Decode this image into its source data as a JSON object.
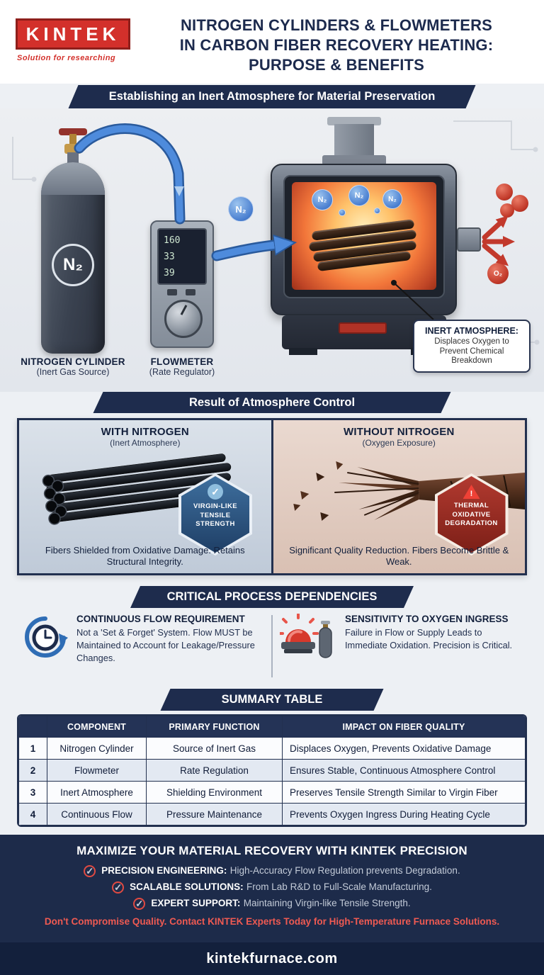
{
  "header": {
    "logo": "KINTEK",
    "tagline": "Solution for researching",
    "title_lines": [
      "NITROGEN CYLINDERS & FLOWMETERS",
      "IN CARBON FIBER RECOVERY HEATING:",
      "PURPOSE & BENEFITS"
    ]
  },
  "atmosphere": {
    "banner": "Establishing an Inert Atmosphere for Material Preservation",
    "cylinder_gas": "N₂",
    "cylinder_label": "NITROGEN CYLINDER",
    "cylinder_sublabel": "(Inert Gas Source)",
    "flowmeter_label": "FLOWMETER",
    "flowmeter_sublabel": "(Rate Regulator)",
    "flowmeter_display": [
      "160",
      "33",
      "39"
    ],
    "n2_bubble": "N₂",
    "o2_molecule": "O₂",
    "callout_title": "INERT ATMOSPHERE:",
    "callout_body": "Displaces Oxygen to Prevent Chemical Breakdown"
  },
  "result": {
    "banner": "Result of Atmosphere Control",
    "with_nitrogen": {
      "title": "WITH NITROGEN",
      "subtitle": "(Inert Atmosphere)",
      "badge_lines": [
        "VIRGIN-LIKE",
        "TENSILE",
        "STRENGTH"
      ],
      "caption": "Fibers Shielded from Oxidative Damage. Retains Structural Integrity."
    },
    "without_nitrogen": {
      "title": "WITHOUT NITROGEN",
      "subtitle": "(Oxygen Exposure)",
      "badge_lines": [
        "THERMAL",
        "OXIDATIVE",
        "DEGRADATION"
      ],
      "caption": "Significant Quality Reduction. Fibers Become Brittle & Weak."
    }
  },
  "dependencies": {
    "banner": "CRITICAL PROCESS DEPENDENCIES",
    "items": [
      {
        "title": "CONTINUOUS FLOW REQUIREMENT",
        "body": "Not a 'Set & Forget' System. Flow MUST be Maintained to Account for Leakage/Pressure Changes."
      },
      {
        "title": "SENSITIVITY TO OXYGEN INGRESS",
        "body": "Failure in Flow or Supply Leads to Immediate Oxidation. Precision is Critical."
      }
    ]
  },
  "summary": {
    "banner": "SUMMARY TABLE",
    "table": {
      "headers": [
        "",
        "COMPONENT",
        "PRIMARY FUNCTION",
        "IMPACT ON FIBER QUALITY"
      ],
      "rows": [
        {
          "num": "1",
          "component": "Nitrogen Cylinder",
          "function": "Source of Inert Gas",
          "impact": "Displaces Oxygen, Prevents Oxidative Damage"
        },
        {
          "num": "2",
          "component": "Flowmeter",
          "function": "Rate Regulation",
          "impact": "Ensures Stable, Continuous Atmosphere Control"
        },
        {
          "num": "3",
          "component": "Inert Atmosphere",
          "function": "Shielding Environment",
          "impact": "Preserves Tensile Strength Similar to Virgin Fiber"
        },
        {
          "num": "4",
          "component": "Continuous Flow",
          "function": "Pressure Maintenance",
          "impact": "Prevents Oxygen Ingress During Heating Cycle"
        }
      ]
    }
  },
  "footer": {
    "title": "MAXIMIZE YOUR MATERIAL RECOVERY WITH KINTEK PRECISION",
    "check": "✓",
    "bullets": [
      {
        "label": "PRECISION ENGINEERING:",
        "text": "High-Accuracy Flow Regulation prevents Degradation."
      },
      {
        "label": "SCALABLE SOLUTIONS:",
        "text": "From Lab R&D to Full-Scale Manufacturing."
      },
      {
        "label": "EXPERT SUPPORT:",
        "text": "Maintaining Virgin-like Tensile Strength."
      }
    ],
    "cta": "Don't Compromise Quality. Contact KINTEK Experts Today for High-Temperature Furnace Solutions.",
    "website": "kintekfurnace.com"
  }
}
